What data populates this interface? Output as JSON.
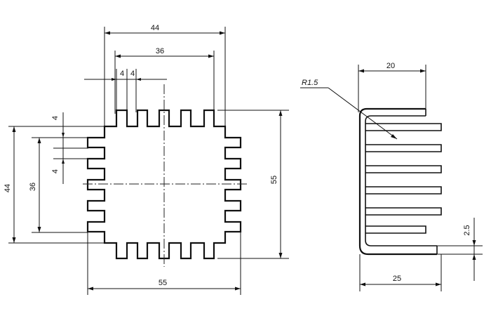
{
  "front_view": {
    "dim_top_outer": "44",
    "dim_top_inner": "36",
    "dim_fin_thickness_a": "4",
    "dim_fin_thickness_b": "4",
    "dim_left_outer": "44",
    "dim_left_inner": "36",
    "dim_left_gap_top": "4",
    "dim_left_gap_bottom": "4",
    "dim_right_height": "55",
    "dim_bottom_width": "55"
  },
  "side_view": {
    "dim_radius": "R1.5",
    "dim_top_width": "20",
    "dim_bottom_width": "25",
    "dim_right_thickness": "2.5"
  }
}
